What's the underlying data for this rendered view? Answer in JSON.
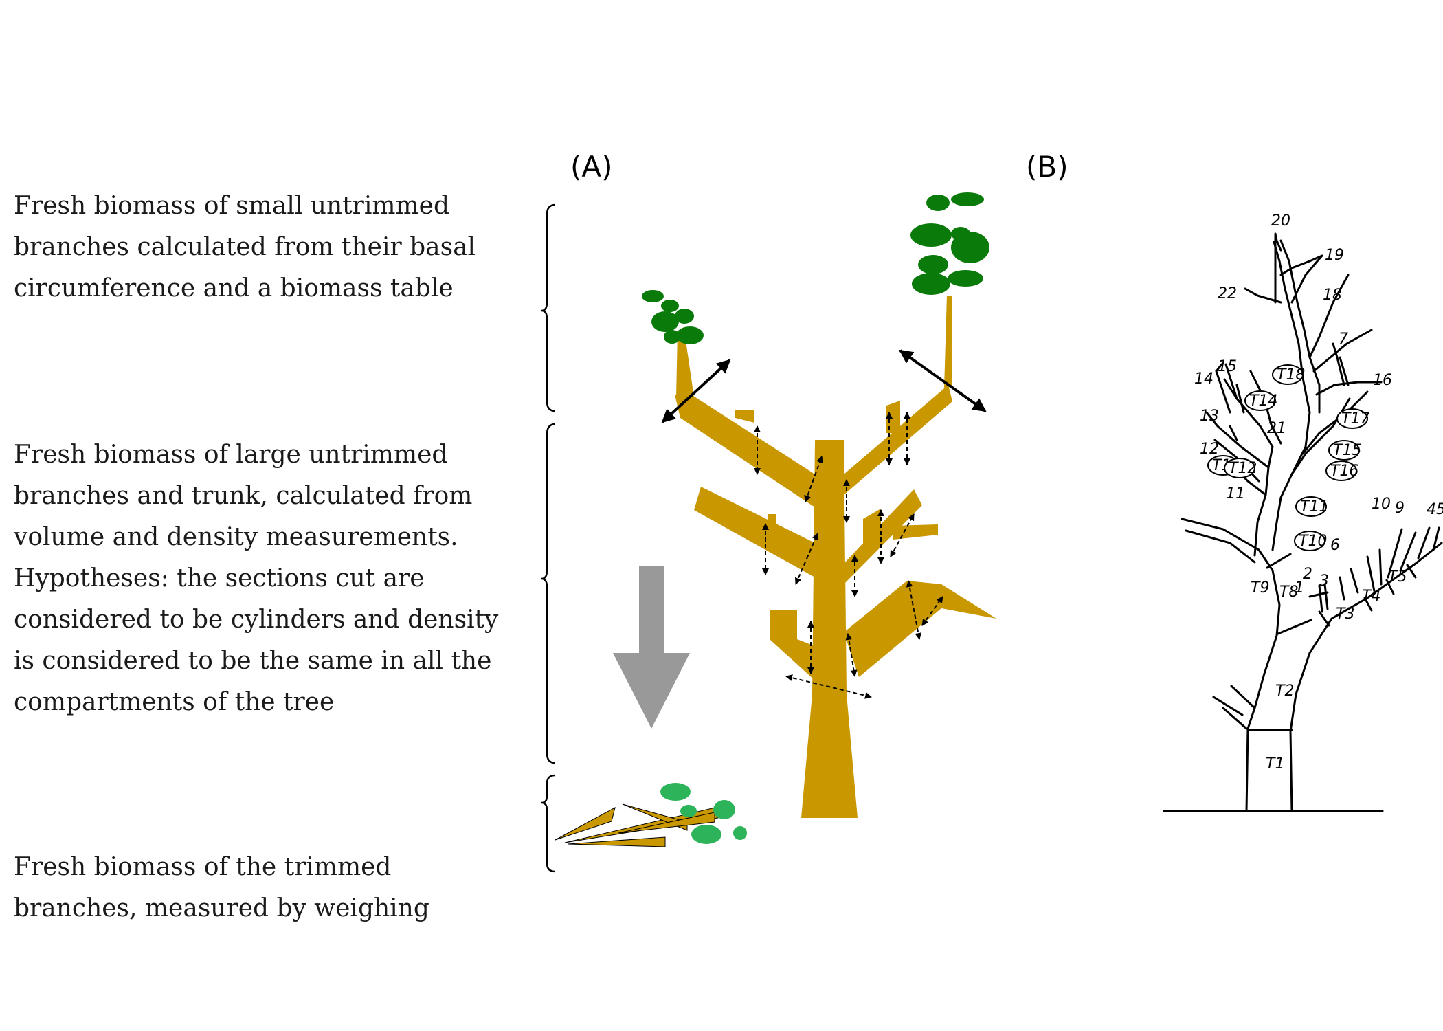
{
  "panels": {
    "a_label": "(A)",
    "b_label": "(B)"
  },
  "descriptions": {
    "small_branches": [
      "Fresh biomass of small untrimmed",
      "branches calculated from their basal",
      "circumference and a biomass table"
    ],
    "large_branches": [
      "Fresh biomass of large untrimmed",
      "branches and trunk, calculated from",
      "volume and density measurements.",
      "Hypotheses: the sections cut are",
      "considered to be cylinders and density",
      "is considered to be the same in all the",
      "compartments of the tree"
    ],
    "trimmed": [
      "Fresh biomass of the trimmed",
      "branches, measured by weighing"
    ]
  },
  "sketch_labels": {
    "branch_numbers": [
      "20",
      "19",
      "22",
      "18",
      "7",
      "16",
      "14",
      "15",
      "13",
      "21",
      "12",
      "11",
      "10",
      "9",
      "4",
      "5",
      "6",
      "3",
      "2",
      "1"
    ],
    "section_labels": [
      "T18",
      "T14",
      "T17",
      "T15",
      "T16",
      "T13",
      "T12",
      "T11",
      "T10",
      "T9",
      "T8",
      "T3",
      "T4",
      "T5",
      "T2",
      "T1"
    ]
  },
  "colors": {
    "wood": "#c99700",
    "leaf_dark": "#0a7a0a",
    "leaf_light": "#2db35a",
    "arrow_gray": "#999999",
    "ink": "#000000"
  }
}
